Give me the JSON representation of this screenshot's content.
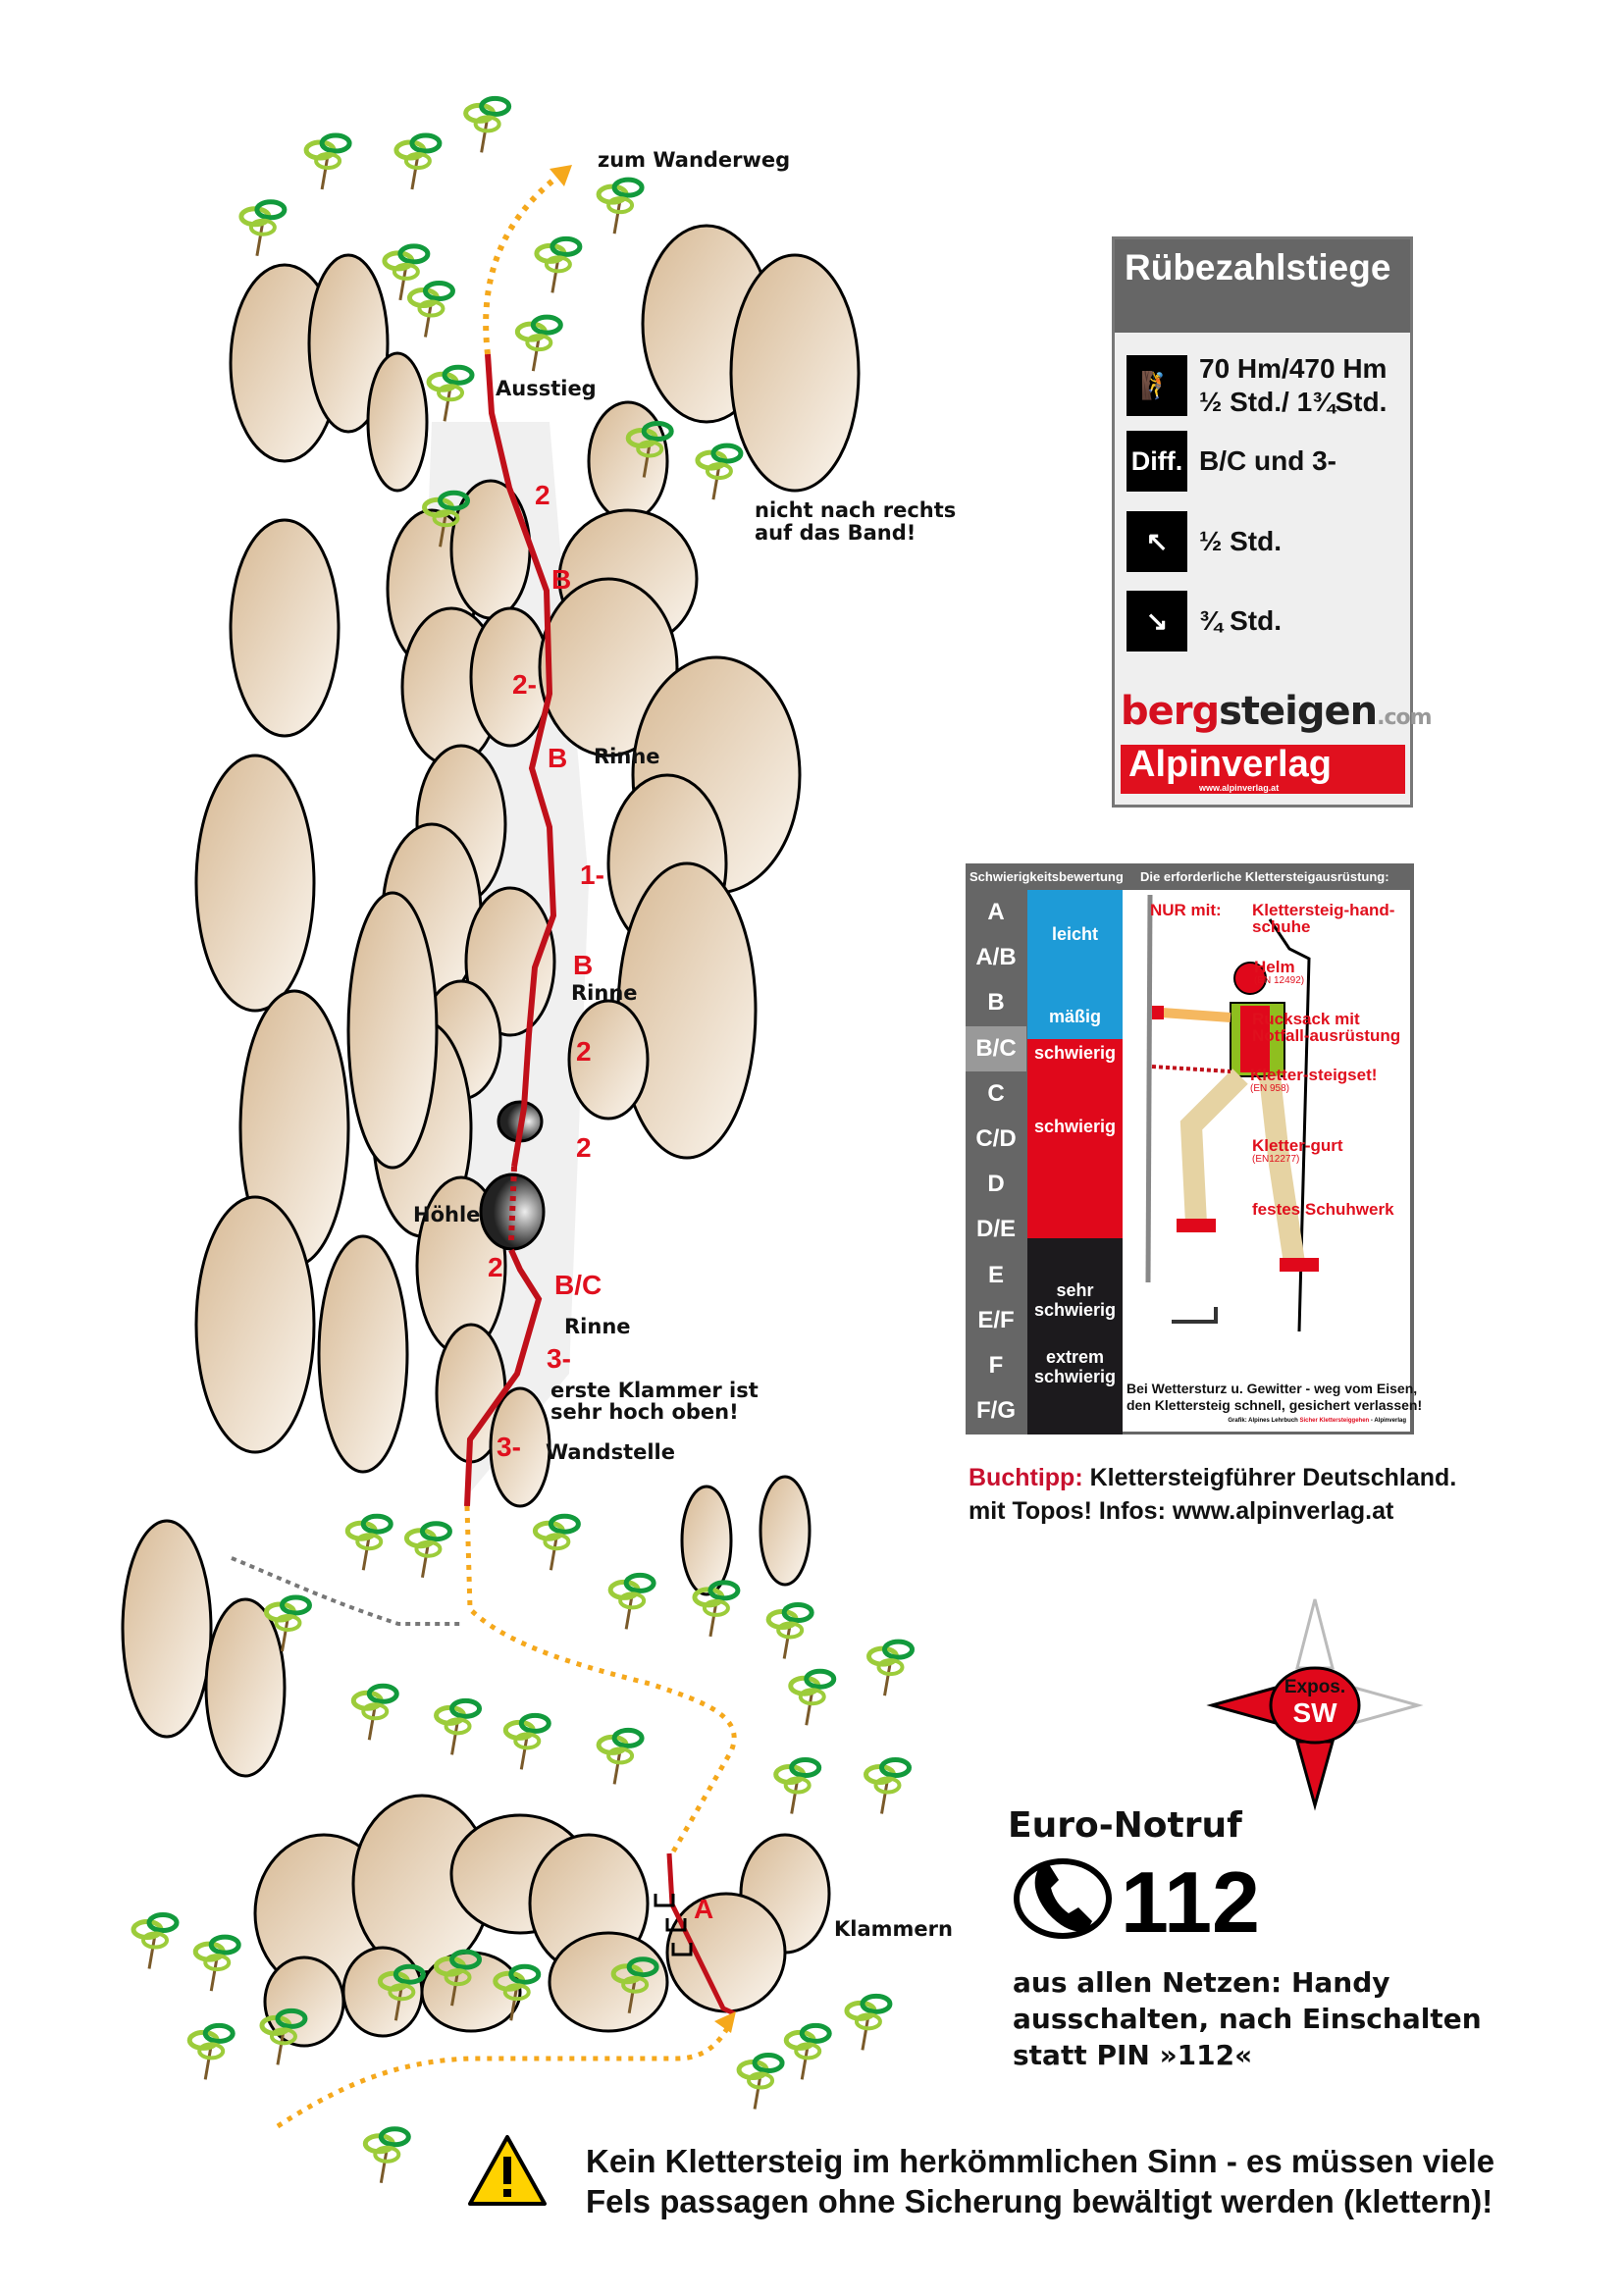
{
  "topo": {
    "labels": {
      "zum_wanderweg": "zum Wanderweg",
      "ausstieg": "Ausstieg",
      "nicht_rechts_1": "nicht nach rechts",
      "nicht_rechts_2": "auf das Band!",
      "rinne1": "Rinne",
      "rinne2": "Rinne",
      "rinne3": "Rinne",
      "hoehle": "Höhle",
      "klammer_1": "erste Klammer ist",
      "klammer_2": "sehr hoch oben!",
      "wandstelle": "Wandstelle",
      "klammern": "Klammern"
    },
    "grades": [
      "2",
      "B",
      "2-",
      "B",
      "1-",
      "B",
      "2",
      "2",
      "2",
      "B/C",
      "3-",
      "3-",
      "A"
    ],
    "route_color": "#c0101a",
    "approach_color": "#f5a81c"
  },
  "info": {
    "title": "Rübezahlstiege",
    "ascent": "70 Hm/470 Hm",
    "time": "½ Std./ 1¾Std.",
    "diff_icon": "Diff.",
    "difficulty": "B/C und 3-",
    "approach": "½ Std.",
    "descent": "¾ Std.",
    "logo1_red": "berg",
    "logo1_dark": "steigen",
    "logo1_com": ".com",
    "logo2": "Alpinverlag",
    "logo2_url": "www.alpinverlag.at"
  },
  "scale": {
    "header_left": "Schwierigkeitsbewertung",
    "header_right": "Die erforderliche Klettersteigausrüstung:",
    "grades": [
      "A",
      "A/B",
      "B",
      "B/C",
      "C",
      "C/D",
      "D",
      "D/E",
      "E",
      "E/F",
      "F",
      "F/G"
    ],
    "selected": "B/C",
    "bands": {
      "leicht": "leicht",
      "maessig": "mäßig",
      "schwierig1": "schwierig",
      "schwierig2": "schwierig",
      "sehr1": "sehr",
      "sehr2": "schwierig",
      "extrem1": "extrem",
      "extrem2": "schwierig"
    },
    "colors": {
      "blue": "#1e9bd7",
      "red": "#e0081b",
      "black": "#1c1a1d"
    },
    "nur_mit": "NUR mit:",
    "equipment": [
      {
        "label": "Klettersteig-hand-schuhe",
        "norm": ""
      },
      {
        "label": "Helm",
        "norm": "(EN 12492)"
      },
      {
        "label": "Rucksack mit Notfall-ausrüstung",
        "norm": ""
      },
      {
        "label": "Kletter-steigset!",
        "norm": "(EN 958)"
      },
      {
        "label": "Kletter-gurt",
        "norm": "(EN12277)"
      },
      {
        "label": "festes Schuhwerk",
        "norm": ""
      }
    ],
    "warning1": "Bei Wettersturz u. Gewitter - weg vom Eisen,",
    "warning2": "den Klettersteig schnell, gesichert verlassen!",
    "credit_a": "Grafik: Alpines Lehrbuch ",
    "credit_b": "Sicher Klettersteiggehen",
    "credit_c": " - Alpinverlag"
  },
  "buchtipp": {
    "label": "Buchtipp:",
    "text": " Klettersteigführer Deutschland.",
    "line2": "mit Topos! Infos: www.alpinverlag.at"
  },
  "compass": {
    "line1": "Expos.",
    "line2": "SW"
  },
  "notruf": {
    "title": "Euro-Notruf",
    "number": "112",
    "l1": "aus allen Netzen: Handy",
    "l2": "ausschalten, nach Einschalten",
    "l3": "statt PIN »112«"
  },
  "warning": {
    "l1": "Kein Klettersteig im herkömmlichen Sinn - es müssen viele",
    "l2": "Fels passagen ohne Sicherung bewältigt werden (klettern)!"
  }
}
